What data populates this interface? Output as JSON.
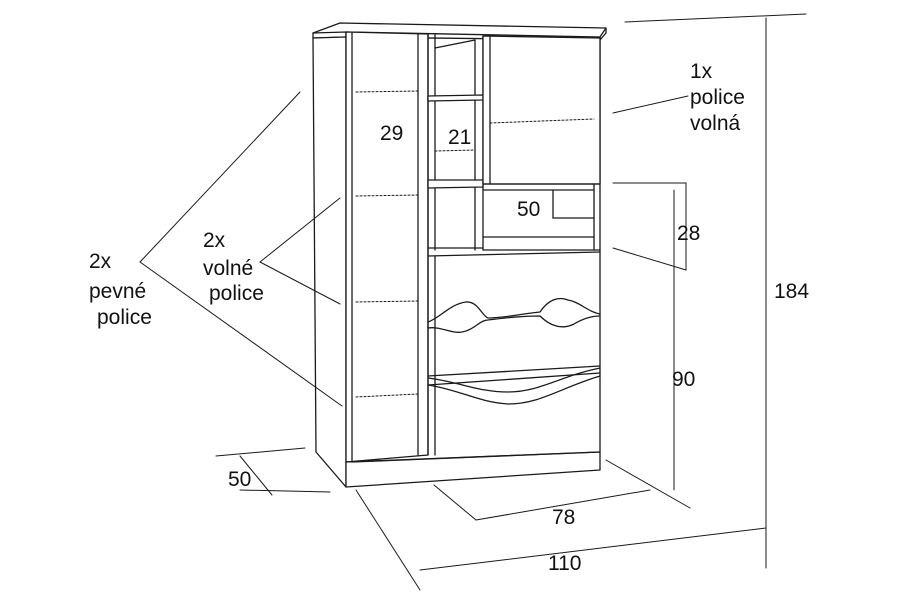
{
  "colors": {
    "line": "#1a1a1a",
    "fill": "#ffffff",
    "text": "#111111"
  },
  "dimensions": {
    "total_height": "184",
    "total_width": "110",
    "depth": "50",
    "lower_width": "78",
    "lower_height": "90",
    "opening_height": "28",
    "opening_width": "50",
    "left_compartment_width": "29",
    "middle_compartment_width": "21"
  },
  "annotations": {
    "fixed_shelves": {
      "count": "2x",
      "line1": "pevné",
      "line2": "police"
    },
    "loose_shelves": {
      "count": "2x",
      "line1": "volné",
      "line2": "police"
    },
    "loose_shelf_top": {
      "count": "1x",
      "line1": "police",
      "line2": "volná"
    }
  }
}
